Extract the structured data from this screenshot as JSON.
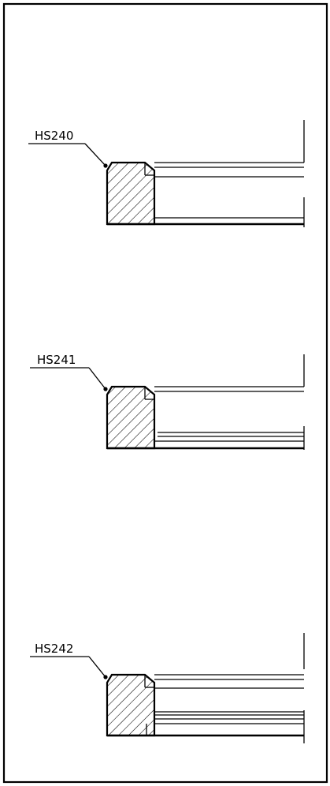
{
  "drawing": {
    "parts": [
      {
        "label": "HS240"
      },
      {
        "label": "HS241"
      },
      {
        "label": "HS242"
      }
    ]
  }
}
